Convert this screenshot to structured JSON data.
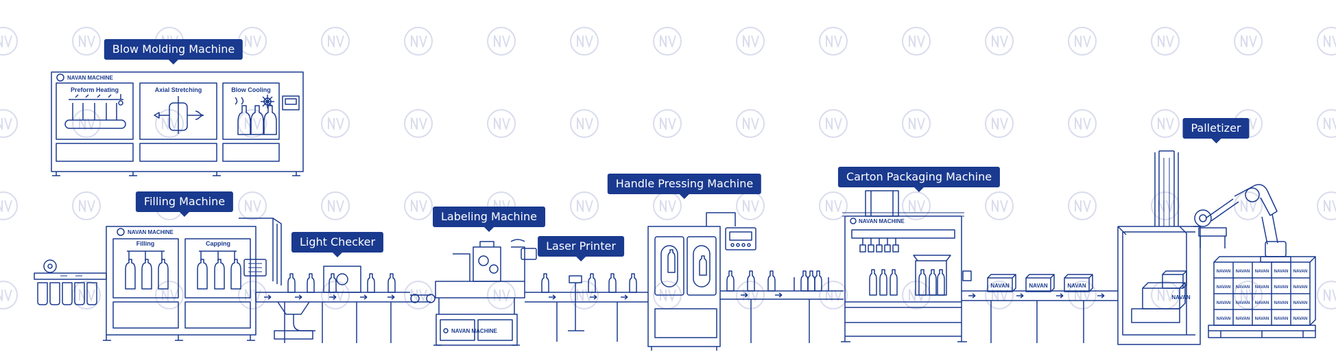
{
  "brand": {
    "name": "NAVAN MACHINE",
    "watermark": "NV",
    "carton_label": "NAVAN",
    "ink_color": "#1a3a8f",
    "background_color": "#ffffff"
  },
  "stations": [
    {
      "id": "blow-molding-machine",
      "label": "Blow Molding Machine"
    },
    {
      "id": "filling-machine",
      "label": "Filling Machine"
    },
    {
      "id": "light-checker",
      "label": "Light Checker"
    },
    {
      "id": "labeling-machine",
      "label": "Labeling Machine"
    },
    {
      "id": "laser-printer",
      "label": "Laser Printer"
    },
    {
      "id": "handle-pressing-machine",
      "label": "Handle Pressing Machine"
    },
    {
      "id": "carton-packaging-machine",
      "label": "Carton Packaging Machine"
    },
    {
      "id": "palletizer",
      "label": "Palletizer"
    }
  ],
  "blow_molding_panels": [
    "Preform Heating",
    "Axial Stretching",
    "Blow Cooling"
  ],
  "filling_panels": [
    "Filling",
    "Capping"
  ]
}
